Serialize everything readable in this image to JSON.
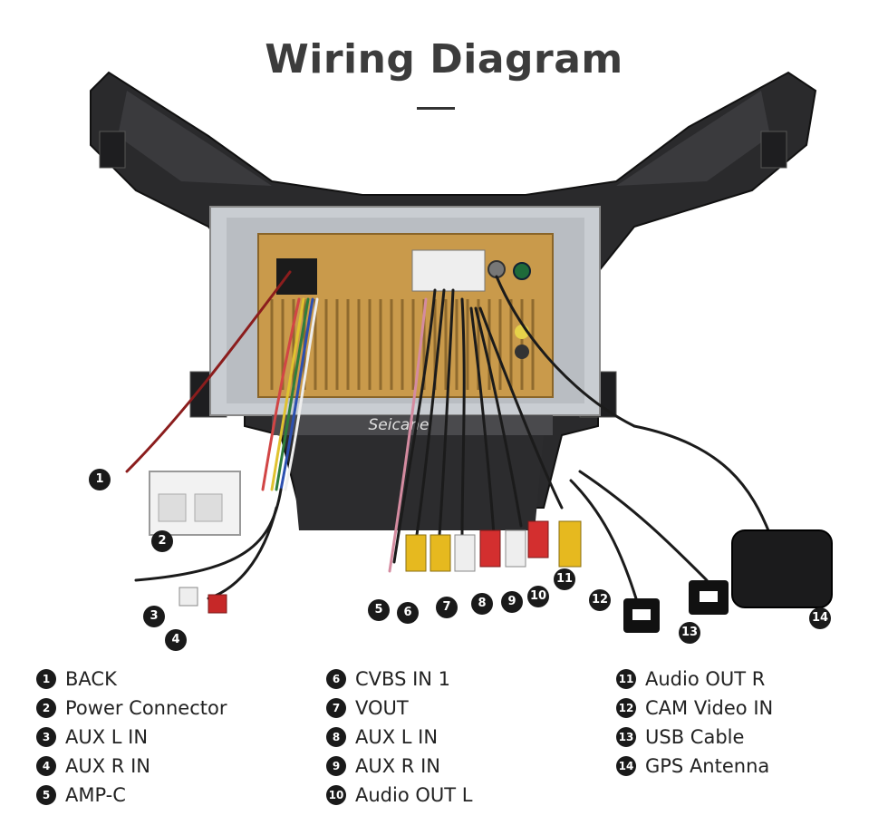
{
  "title": "Wiring Diagram",
  "brand_watermark": "Seicane",
  "callouts": [
    "1",
    "2",
    "3",
    "4",
    "5",
    "6",
    "7",
    "8",
    "9",
    "10",
    "11",
    "12",
    "13",
    "14"
  ],
  "legend": [
    {
      "num": "1",
      "label": "BACK"
    },
    {
      "num": "2",
      "label": "Power Connector"
    },
    {
      "num": "3",
      "label": "AUX L IN"
    },
    {
      "num": "4",
      "label": "AUX R IN"
    },
    {
      "num": "5",
      "label": "AMP-C"
    },
    {
      "num": "6",
      "label": "CVBS IN 1"
    },
    {
      "num": "7",
      "label": "VOUT"
    },
    {
      "num": "8",
      "label": "AUX L IN"
    },
    {
      "num": "9",
      "label": "AUX R IN"
    },
    {
      "num": "10",
      "label": "Audio OUT L"
    },
    {
      "num": "11",
      "label": "Audio OUT R"
    },
    {
      "num": "12",
      "label": "CAM Video IN"
    },
    {
      "num": "13",
      "label": "USB Cable"
    },
    {
      "num": "14",
      "label": "GPS Antenna"
    }
  ]
}
